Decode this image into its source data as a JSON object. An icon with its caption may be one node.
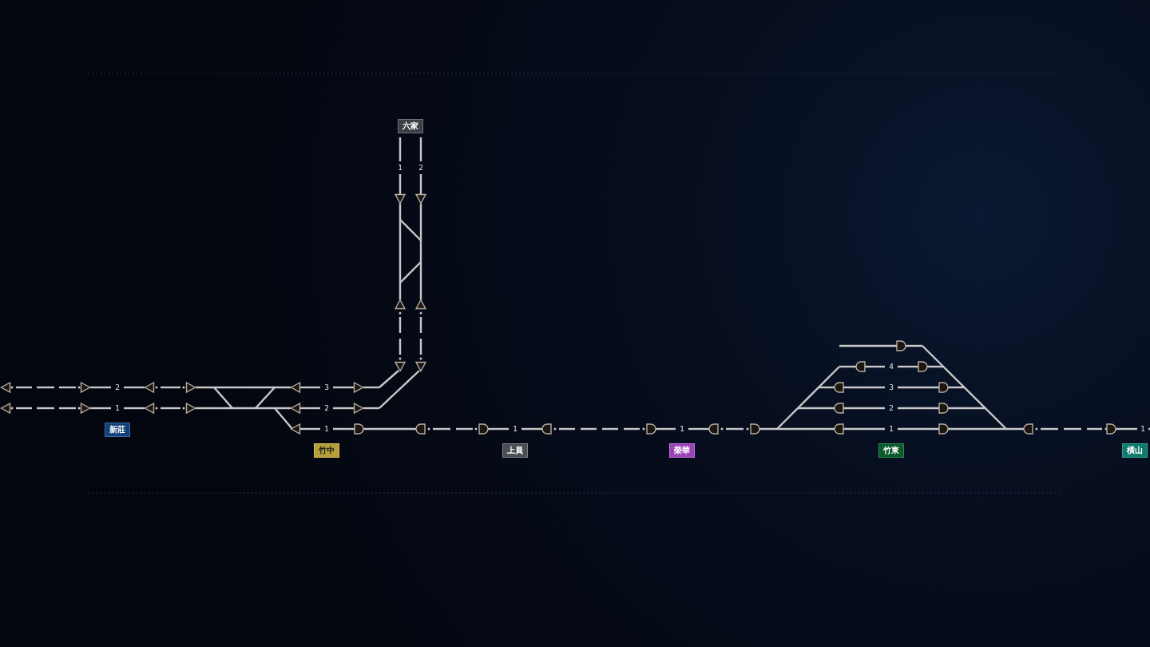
{
  "diagram": {
    "nodes": [
      {
        "text": [
          "六家"
        ]
      },
      {
        "text": [
          "新莊"
        ]
      },
      {
        "text": [
          "竹中"
        ]
      },
      {
        "text": [
          "上員"
        ]
      },
      {
        "text": [
          "榮華"
        ]
      },
      {
        "text": [
          "竹東"
        ]
      },
      {
        "text": [
          "橫山"
        ]
      }
    ],
    "labels": [
      "1",
      "2",
      "4",
      "2",
      "3",
      "3",
      "1",
      "2",
      "2",
      "1",
      "1",
      "1",
      "1",
      "1"
    ]
  }
}
